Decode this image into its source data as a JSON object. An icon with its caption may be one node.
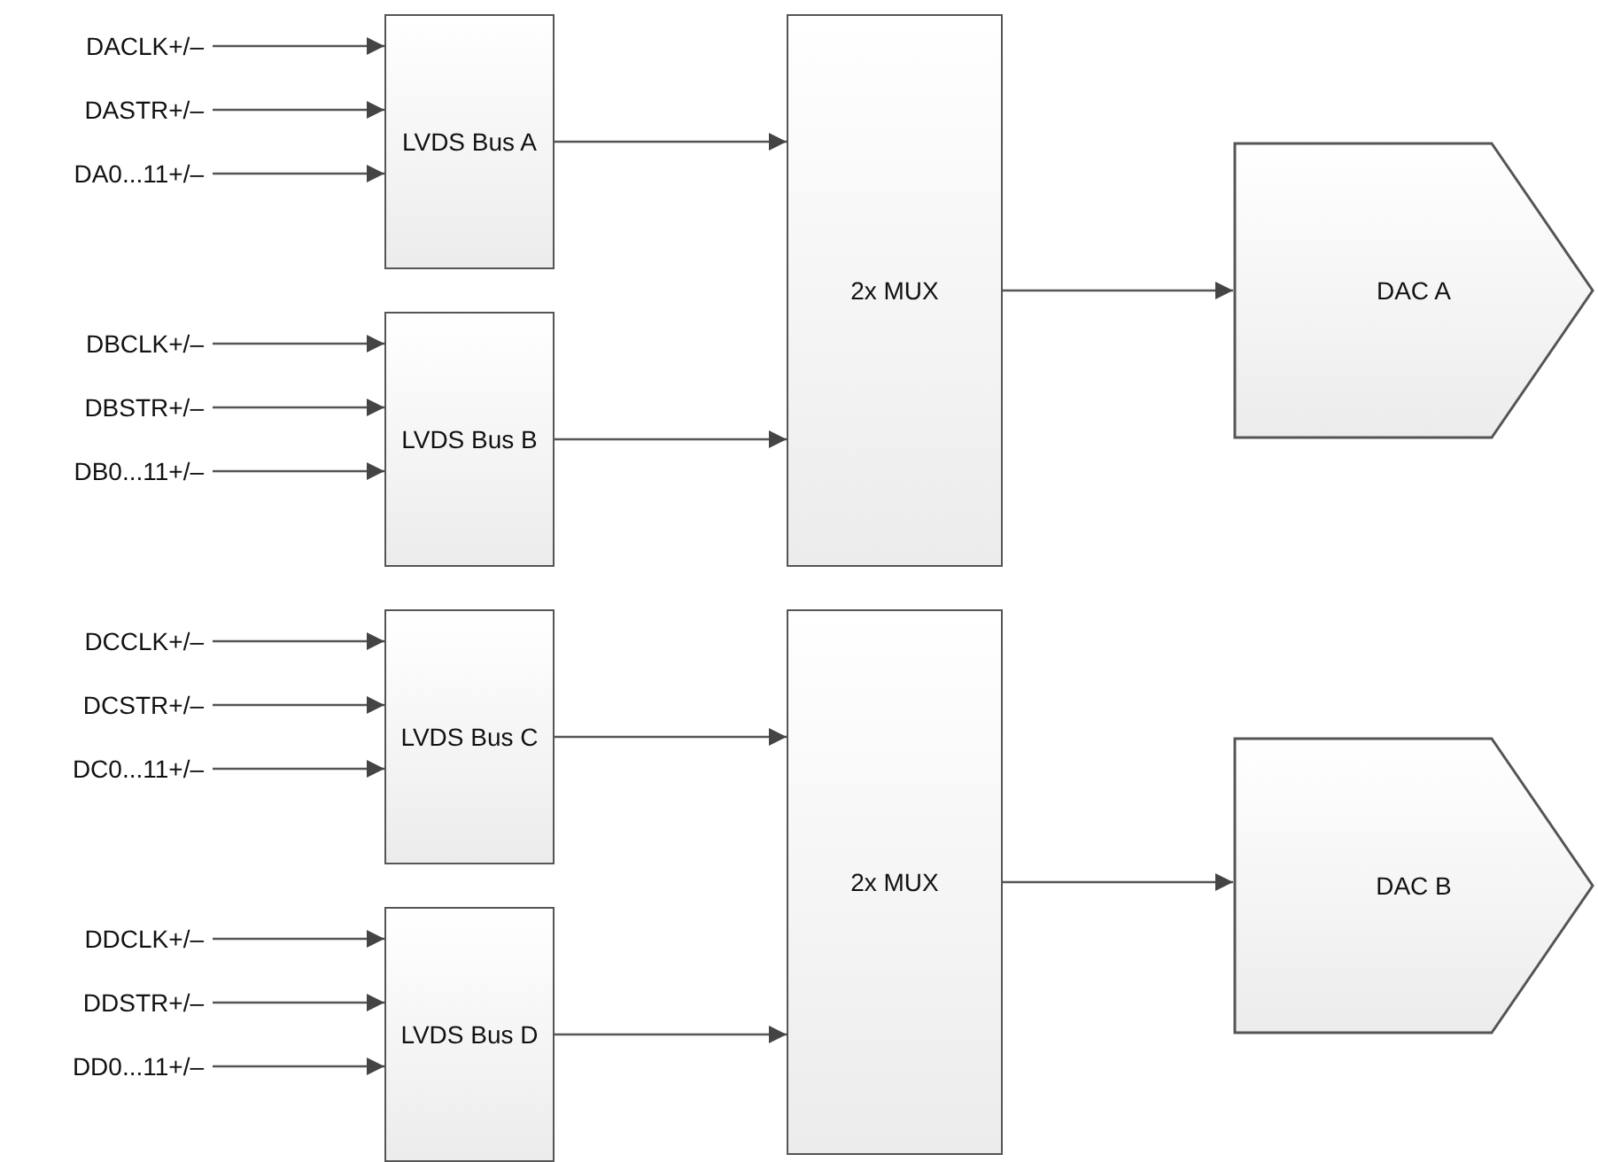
{
  "diagram": {
    "nodes": [
      {
        "text": [
          "DACLK+/–"
        ]
      },
      {
        "text": [
          "DASTR+/–"
        ]
      },
      {
        "text": [
          "DA0...11+/–"
        ]
      },
      {
        "text": [
          "LVDS Bus A"
        ]
      },
      {
        "text": [
          "2x MUX"
        ]
      },
      {
        "text": [
          "DAC A"
        ]
      },
      {
        "text": [
          "DBCLK+/–"
        ]
      },
      {
        "text": [
          "DBSTR+/–"
        ]
      },
      {
        "text": [
          "DB0...11+/–"
        ]
      },
      {
        "text": [
          "LVDS Bus B"
        ]
      },
      {
        "text": [
          "DCCLK+/–"
        ]
      },
      {
        "text": [
          "DCSTR+/–"
        ]
      },
      {
        "text": [
          "DC0...11+/–"
        ]
      },
      {
        "text": [
          "LVDS Bus C"
        ]
      },
      {
        "text": [
          "2x MUX"
        ]
      },
      {
        "text": [
          "DAC B"
        ]
      },
      {
        "text": [
          "DDCLK+/–"
        ]
      },
      {
        "text": [
          "DDSTR+/–"
        ]
      },
      {
        "text": [
          "DD0...11+/–"
        ]
      },
      {
        "text": [
          "LVDS Bus D"
        ]
      }
    ],
    "edges": [
      {
        "from": 0,
        "to": 3,
        "arrow": "to"
      },
      {
        "from": 1,
        "to": 3,
        "arrow": "to"
      },
      {
        "from": 2,
        "to": 3,
        "arrow": "to"
      },
      {
        "from": 6,
        "to": 9,
        "arrow": "to"
      },
      {
        "from": 7,
        "to": 9,
        "arrow": "to"
      },
      {
        "from": 8,
        "to": 9,
        "arrow": "to"
      },
      {
        "from": 10,
        "to": 13,
        "arrow": "to"
      },
      {
        "from": 11,
        "to": 13,
        "arrow": "to"
      },
      {
        "from": 12,
        "to": 13,
        "arrow": "to"
      },
      {
        "from": 16,
        "to": 19,
        "arrow": "to"
      },
      {
        "from": 17,
        "to": 19,
        "arrow": "to"
      },
      {
        "from": 18,
        "to": 19,
        "arrow": "to"
      },
      {
        "from": 3,
        "to": 4,
        "arrow": "to"
      },
      {
        "from": 9,
        "to": 4,
        "arrow": "to"
      },
      {
        "from": 13,
        "to": 14,
        "arrow": "to"
      },
      {
        "from": 19,
        "to": 14,
        "arrow": "to"
      },
      {
        "from": 4,
        "to": 5,
        "arrow": "to"
      },
      {
        "from": 14,
        "to": 15,
        "arrow": "to"
      }
    ]
  }
}
